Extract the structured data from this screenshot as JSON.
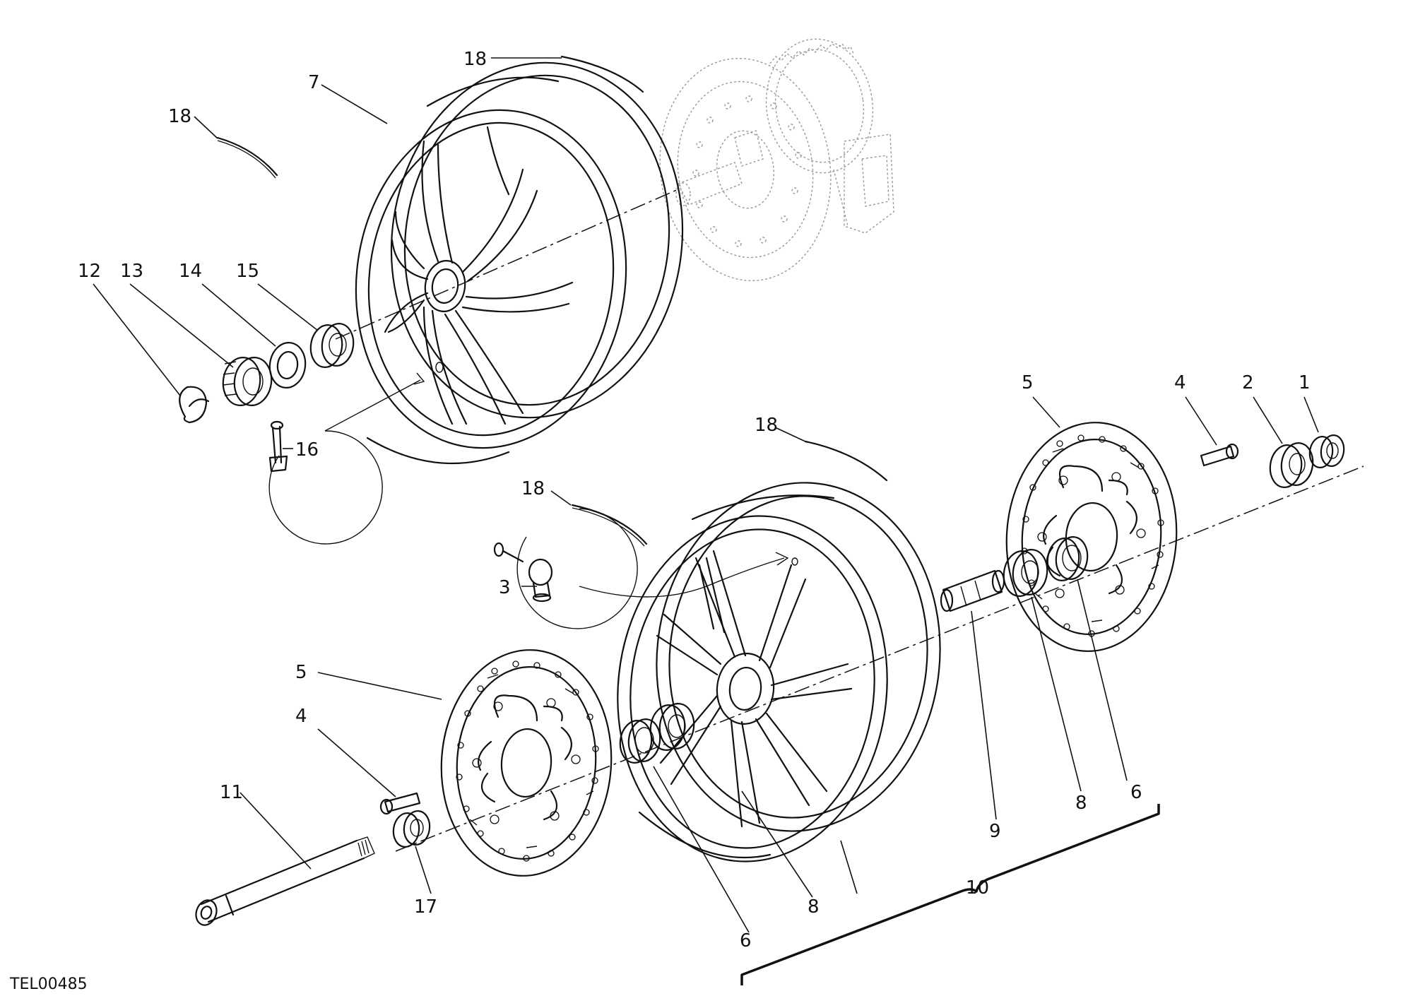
{
  "drawing_code": "TEL00485",
  "callouts": [
    {
      "id": "c1",
      "number": "1"
    },
    {
      "id": "c2",
      "number": "2"
    },
    {
      "id": "c3",
      "number": "3"
    },
    {
      "id": "c4a",
      "number": "4"
    },
    {
      "id": "c4b",
      "number": "4"
    },
    {
      "id": "c5a",
      "number": "5"
    },
    {
      "id": "c5b",
      "number": "5"
    },
    {
      "id": "c6a",
      "number": "6"
    },
    {
      "id": "c6b",
      "number": "6"
    },
    {
      "id": "c7",
      "number": "7"
    },
    {
      "id": "c8a",
      "number": "8"
    },
    {
      "id": "c8b",
      "number": "8"
    },
    {
      "id": "c9",
      "number": "9"
    },
    {
      "id": "c10",
      "number": "10"
    },
    {
      "id": "c11",
      "number": "11"
    },
    {
      "id": "c12",
      "number": "12"
    },
    {
      "id": "c13",
      "number": "13"
    },
    {
      "id": "c14",
      "number": "14"
    },
    {
      "id": "c15",
      "number": "15"
    },
    {
      "id": "c16",
      "number": "16"
    },
    {
      "id": "c17",
      "number": "17"
    },
    {
      "id": "c18a",
      "number": "18"
    },
    {
      "id": "c18b",
      "number": "18"
    },
    {
      "id": "c18c",
      "number": "18"
    },
    {
      "id": "c18d",
      "number": "18"
    }
  ]
}
